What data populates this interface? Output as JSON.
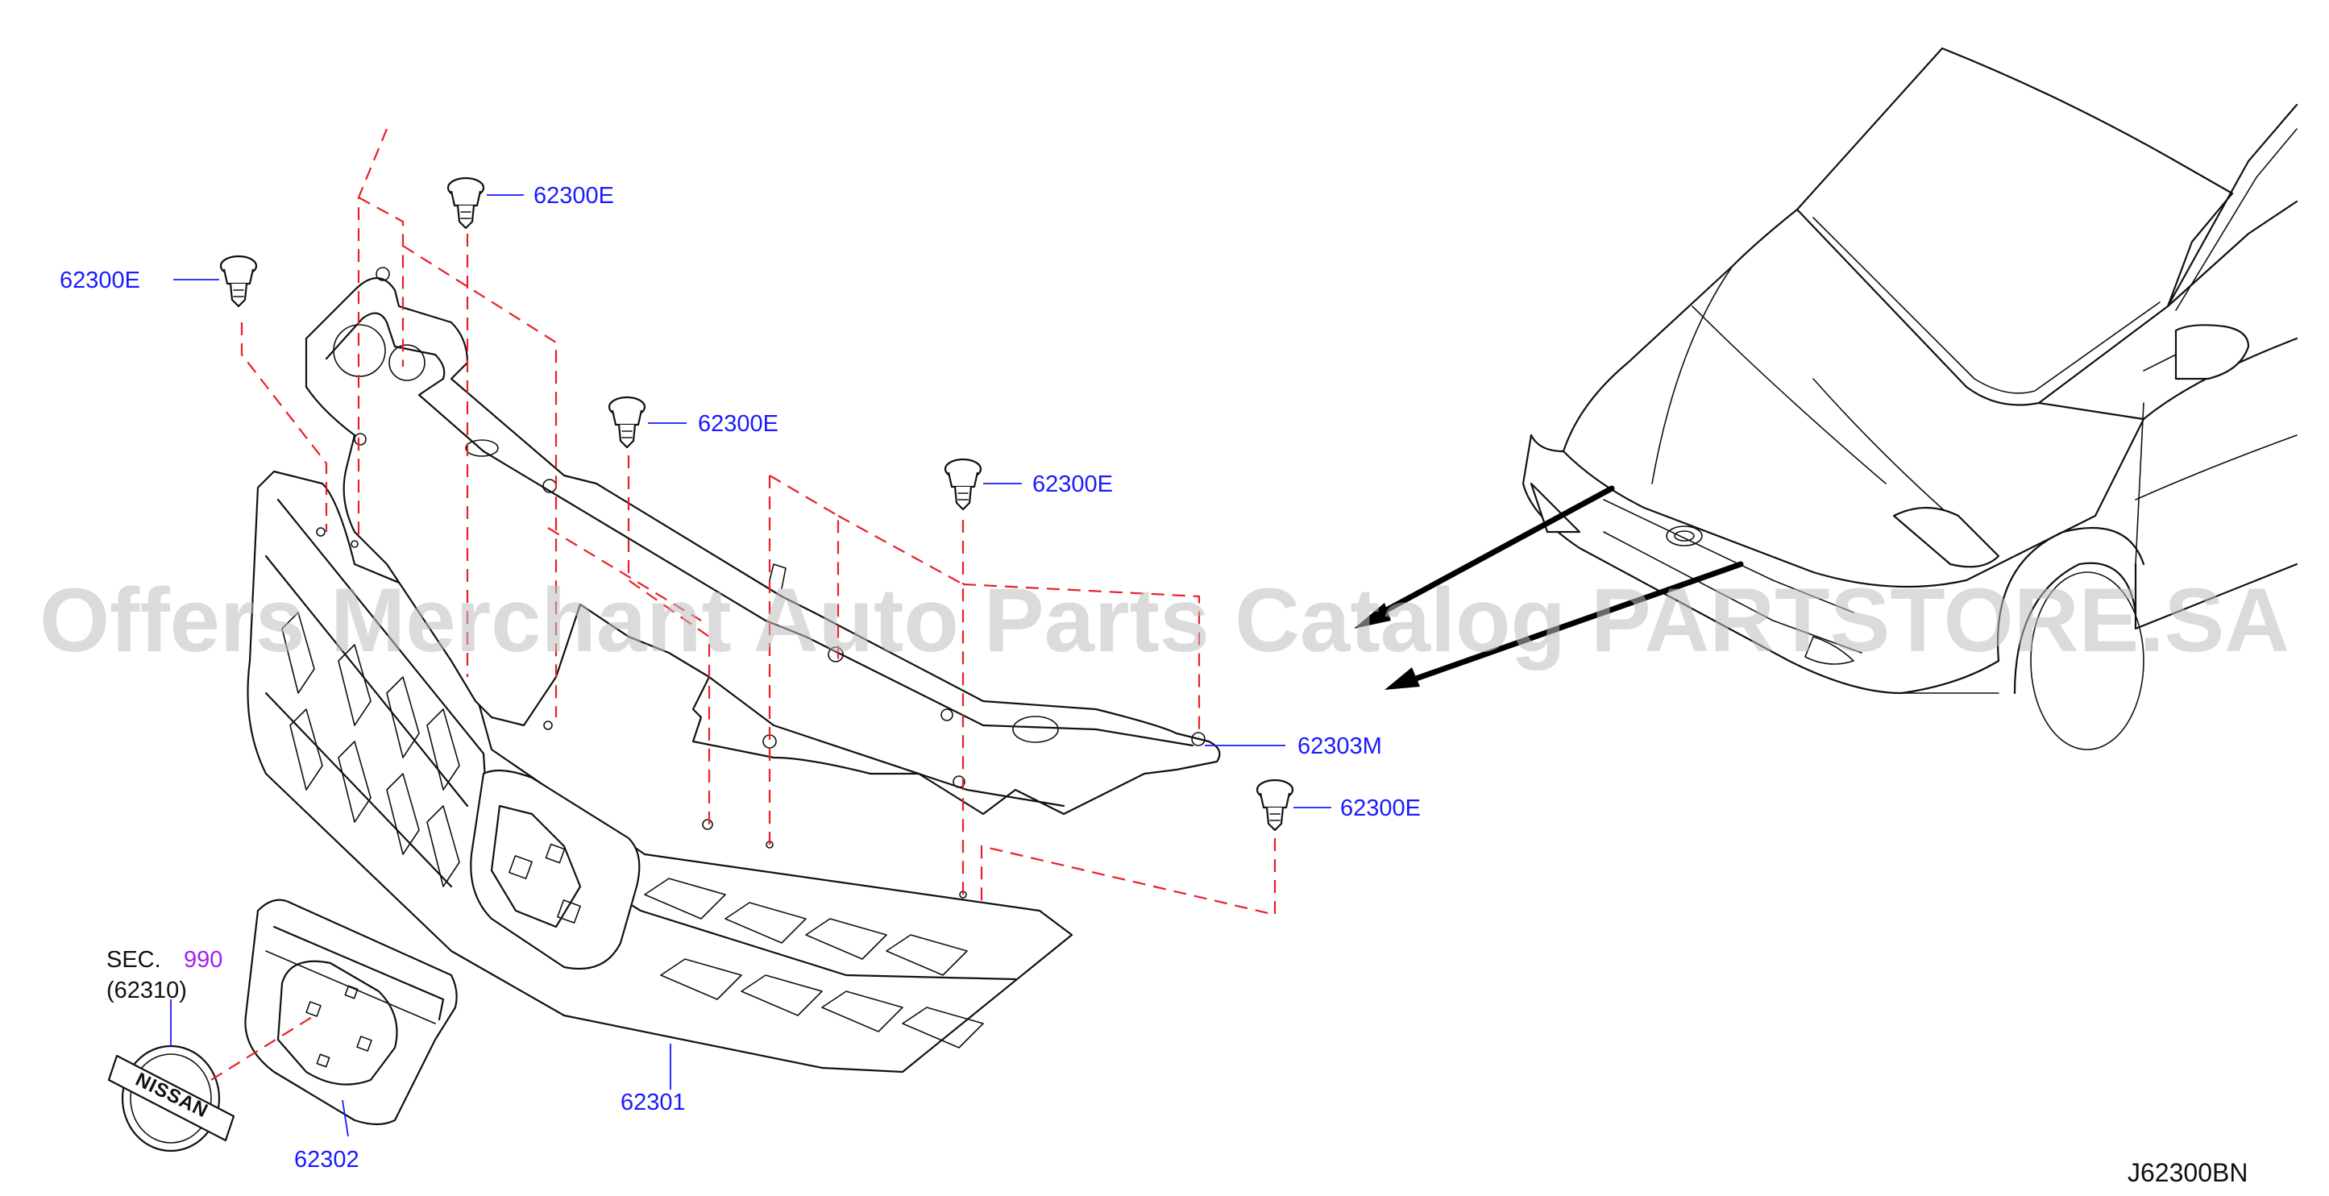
{
  "diagram": {
    "parts": {
      "clip_1": "62300E",
      "clip_2": "62300E",
      "clip_3": "62300E",
      "clip_4": "62300E",
      "clip_5": "62300E",
      "cover": "62303M",
      "grille": "62301",
      "finisher": "62302"
    },
    "section": {
      "prefix": "SEC.",
      "number": "990",
      "ref": "(62310)"
    },
    "emblem_text": "NISSAN",
    "diagram_code": "J62300BN",
    "watermark": "Offers Merchant Auto Parts Catalog PARTSTORE.SA"
  },
  "colors": {
    "part_number": "#1a1aff",
    "section_number": "#a020f0",
    "dashed_guide": "#e8202a",
    "line_art": "#111111",
    "watermark": "#bdbdbd"
  }
}
